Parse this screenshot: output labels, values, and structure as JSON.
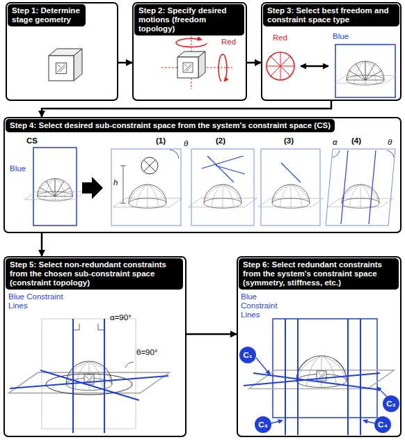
{
  "diagram": {
    "nodes": [
      {
        "text": [
          "Step 1: Determine stage geometry"
        ]
      },
      {
        "text": [
          "Step 2: Specify desired motions (freedom topology)"
        ]
      },
      {
        "text": [
          "Step 3: Select best freedom and constraint space type"
        ]
      },
      {
        "text": [
          "Step 4: Select desired sub-constraint space from the system's constraint space (CS)"
        ]
      },
      {
        "text": [
          "Step 5: Select non-redundant constraints from the chosen sub-constraint space (constraint topology)"
        ]
      },
      {
        "text": [
          "Step 6: Select redundant constraints from the system's constraint space (symmetry, stiffness, etc.)"
        ]
      },
      {
        "text": [
          "C₁"
        ],
        "in": 5
      },
      {
        "text": [
          "C₂"
        ],
        "in": 5
      },
      {
        "text": [
          "C₃"
        ],
        "in": 5
      },
      {
        "text": [
          "C₄"
        ],
        "in": 5
      }
    ],
    "edges": [
      {
        "from": 0,
        "to": 1,
        "arrow": "to"
      },
      {
        "from": 1,
        "to": 2,
        "arrow": "to"
      },
      {
        "from": 2,
        "to": 3,
        "arrow": "to"
      },
      {
        "from": 3,
        "to": 4,
        "arrow": "to"
      },
      {
        "from": 4,
        "to": 5,
        "arrow": "to"
      }
    ],
    "labels": [
      "Red",
      "Red",
      "Blue",
      "CS",
      "Blue",
      "(1)",
      "(2)",
      "(3)",
      "(4)",
      "h",
      "θ",
      "α",
      "θ",
      "Blue Constraint Lines",
      "α=90°",
      "θ=90°",
      "Blue Constraint Lines"
    ]
  }
}
